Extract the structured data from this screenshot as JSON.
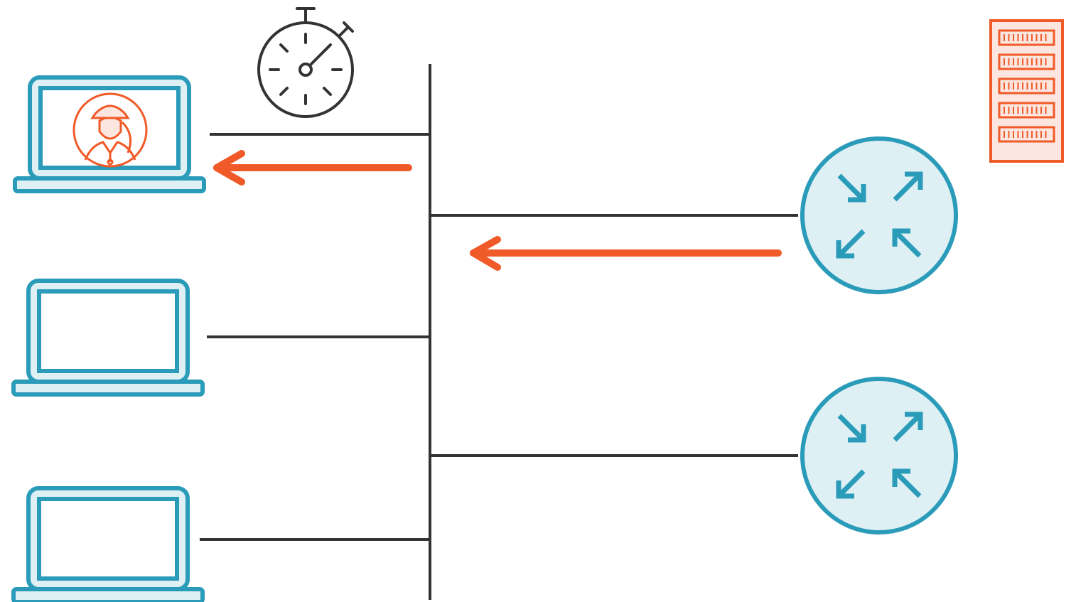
{
  "colors": {
    "device_stroke": "#2a9bb9",
    "device_fill": "#dff0f5",
    "accent": "#f05a28",
    "accent_fill": "#fde6df",
    "line": "#333333",
    "background": "#ffffff"
  },
  "icons": {
    "timer": "stopwatch-icon",
    "server": "server-rack-icon",
    "laptop": "laptop-icon",
    "router": "router-icon",
    "user": "user-avatar-icon"
  },
  "nodes": {
    "laptops": [
      {
        "id": "laptop-1",
        "has_user": true
      },
      {
        "id": "laptop-2",
        "has_user": false
      },
      {
        "id": "laptop-3",
        "has_user": false
      }
    ],
    "routers": [
      {
        "id": "router-1"
      },
      {
        "id": "router-2"
      }
    ]
  }
}
